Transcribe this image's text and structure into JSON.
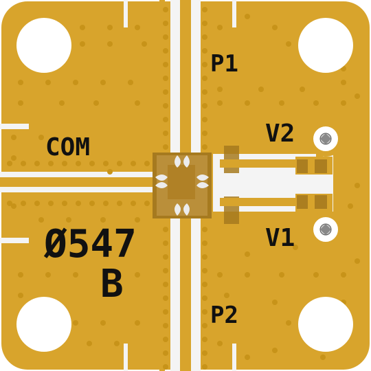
{
  "labels": {
    "p1": "P1",
    "p2": "P2",
    "com": "COM",
    "v1": "V1",
    "v2": "V2",
    "part_number": "Ø547",
    "revision": "B"
  },
  "colors": {
    "background": "#ffffff",
    "gold": "#d8a42c",
    "gold_shadow": "#b5851c",
    "gap": "#f4f4f4",
    "via": "#c79319",
    "component": "#a67a1f",
    "component_inner": "#caa150",
    "silkscreen": "#111111",
    "hole": "#ffffff"
  },
  "icons": {
    "mounting_hole": "mounting-hole-icon",
    "via": "via-icon",
    "chip": "chip-icon",
    "test_pad": "test-pad-icon"
  }
}
